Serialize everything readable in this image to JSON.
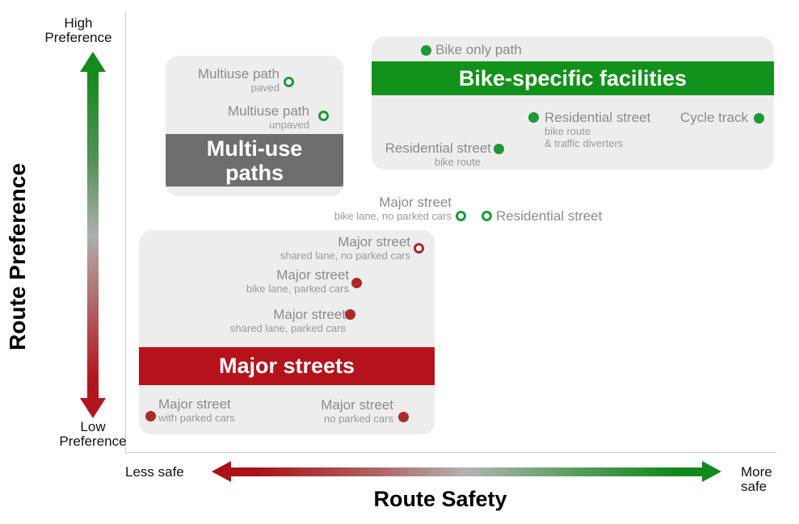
{
  "chart_data": {
    "type": "scatter",
    "title": "",
    "xlabel": "Route Safety",
    "ylabel": "Route Preference",
    "x_axis": {
      "min_label": "Less safe",
      "max_label": "More safe",
      "style": "qualitative red-to-green gradient arrow"
    },
    "y_axis": {
      "max_line1": "High",
      "max_line2": "Preference",
      "min_line1": "Low",
      "min_line2": "Preference",
      "style": "qualitative red-to-green gradient arrow"
    },
    "legend_note": "filled dot = solid marker, open dot = hollow marker; green = bike-friendly, red = major street",
    "groups": [
      {
        "label": "Multi-use paths",
        "band_color": "#6e6e6e",
        "box_bg": "#ededed"
      },
      {
        "label": "Bike-specific facilities",
        "band_color": "#12921a",
        "box_bg": "#ededed"
      },
      {
        "label": "Major streets",
        "band_color": "#b5121b",
        "box_bg": "#ededed"
      }
    ],
    "points": [
      {
        "label": "Multiuse path",
        "sublabel": "paved",
        "group": "Multi-use paths",
        "marker": "open",
        "color": "green",
        "safety": 25,
        "preference": 84
      },
      {
        "label": "Multiuse path",
        "sublabel": "unpaved",
        "group": "Multi-use paths",
        "marker": "open",
        "color": "green",
        "safety": 30,
        "preference": 77
      },
      {
        "label": "Bike only path",
        "group": "Bike-specific facilities",
        "marker": "filled",
        "color": "green",
        "safety": 46,
        "preference": 91
      },
      {
        "label": "Residential street",
        "sublabel": "bike route",
        "sublabel2": "& traffic diverters",
        "group": "Bike-specific facilities",
        "marker": "filled",
        "color": "green",
        "safety": 63,
        "preference": 76
      },
      {
        "label": "Cycle track",
        "group": "Bike-specific facilities",
        "marker": "filled",
        "color": "green",
        "safety": 97,
        "preference": 76
      },
      {
        "label": "Residential street",
        "sublabel": "bike route",
        "group": "Bike-specific facilities",
        "marker": "filled",
        "color": "green",
        "safety": 57,
        "preference": 69
      },
      {
        "label": "Major street",
        "sublabel": "bike lane, no parked cars",
        "group": null,
        "marker": "open",
        "color": "green",
        "safety": 52,
        "preference": 54
      },
      {
        "label": "Residential street",
        "group": null,
        "marker": "open",
        "color": "green",
        "safety": 56,
        "preference": 54
      },
      {
        "label": "Major street",
        "sublabel": "shared lane, no parked cars",
        "group": "Major streets",
        "marker": "open",
        "color": "red",
        "safety": 45,
        "preference": 46
      },
      {
        "label": "Major street",
        "sublabel": "bike lane, parked cars",
        "group": "Major streets",
        "marker": "filled",
        "color": "red",
        "safety": 36,
        "preference": 39
      },
      {
        "label": "Major street",
        "sublabel": "shared lane, parked cars",
        "group": "Major streets",
        "marker": "filled",
        "color": "red",
        "safety": 35,
        "preference": 31
      },
      {
        "label": "Major street",
        "sublabel": "with parked cars",
        "group": "Major streets",
        "marker": "filled",
        "color": "red",
        "safety": 4,
        "preference": 8
      },
      {
        "label": "Major street",
        "sublabel": "no parked cars",
        "group": "Major streets",
        "marker": "filled",
        "color": "red",
        "safety": 43,
        "preference": 8
      }
    ],
    "colors": {
      "green_band": "#12921a",
      "green_marker": "#1f9838",
      "red_band": "#b5121b",
      "red_marker": "#ae2a28",
      "gray_band": "#6e6e6e",
      "box_background": "#ededed"
    }
  }
}
